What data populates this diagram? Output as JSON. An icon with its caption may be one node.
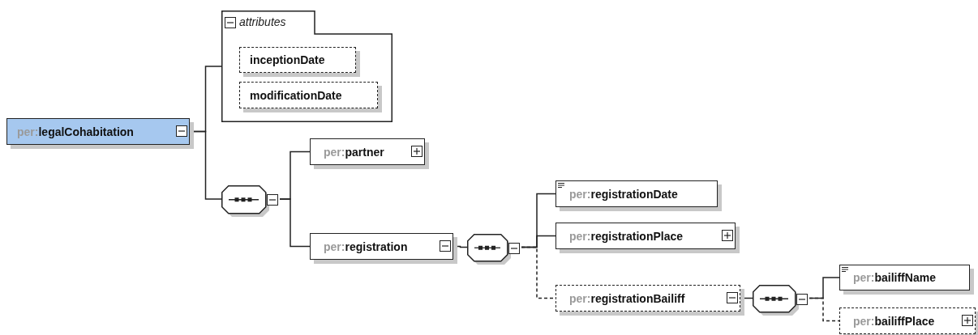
{
  "diagram": {
    "nodes": [
      {
        "text": [
          "per:legalCohabitation"
        ]
      },
      {
        "text": [
          "attributes"
        ]
      },
      {
        "text": [
          "inceptionDate"
        ],
        "in": 1
      },
      {
        "text": [
          "modificationDate"
        ],
        "in": 1
      },
      {
        "text": [],
        "shape": "octagon"
      },
      {
        "text": [
          "per:partner"
        ]
      },
      {
        "text": [
          "per:registration"
        ]
      },
      {
        "text": [],
        "shape": "octagon"
      },
      {
        "text": [
          "per:registrationDate"
        ]
      },
      {
        "text": [
          "per:registrationPlace"
        ]
      },
      {
        "text": [
          "per:registrationBailiff"
        ]
      },
      {
        "text": [],
        "shape": "octagon"
      },
      {
        "text": [
          "per:bailiffName"
        ]
      },
      {
        "text": [
          "per:bailiffPlace"
        ]
      }
    ],
    "edges": [
      {
        "from": 0,
        "to": 1,
        "arrow": "none"
      },
      {
        "from": 0,
        "to": 4,
        "arrow": "none"
      },
      {
        "from": 4,
        "to": 5,
        "arrow": "none"
      },
      {
        "from": 4,
        "to": 6,
        "arrow": "none"
      },
      {
        "from": 6,
        "to": 7,
        "arrow": "none"
      },
      {
        "from": 7,
        "to": 8,
        "arrow": "none"
      },
      {
        "from": 7,
        "to": 9,
        "arrow": "none"
      },
      {
        "from": 7,
        "to": 10,
        "arrow": "none",
        "style": "dashed"
      },
      {
        "from": 10,
        "to": 11,
        "arrow": "none"
      },
      {
        "from": 11,
        "to": 12,
        "arrow": "none"
      },
      {
        "from": 11,
        "to": 13,
        "arrow": "none",
        "style": "dashed"
      }
    ]
  }
}
